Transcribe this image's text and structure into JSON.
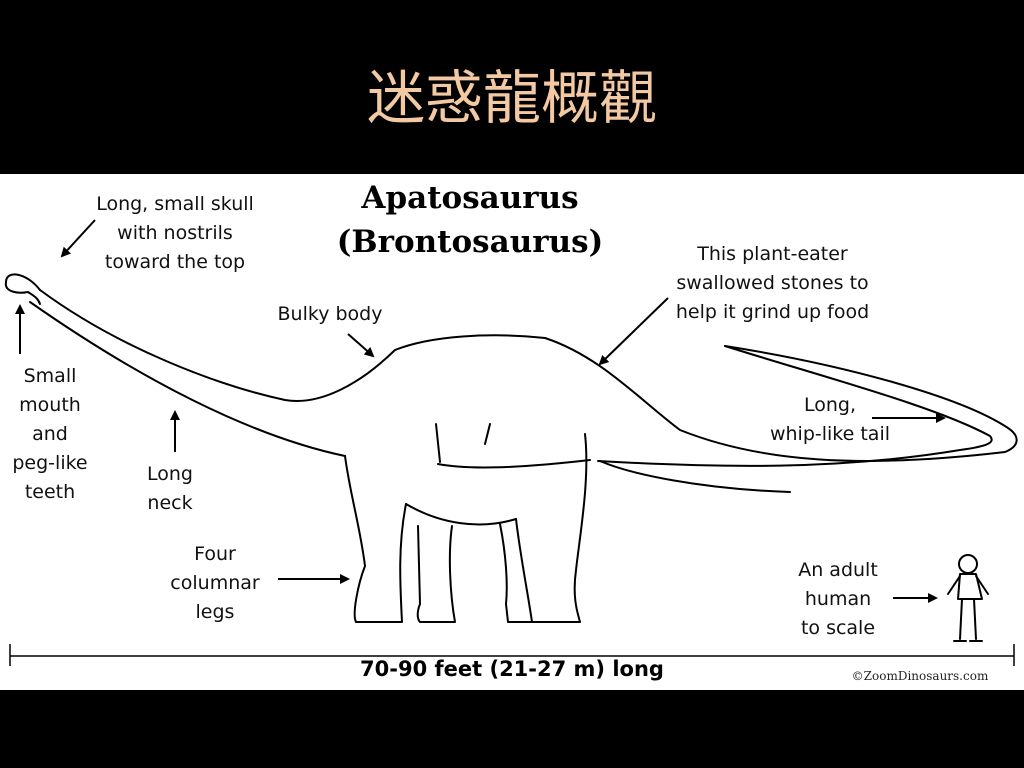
{
  "slide": {
    "title": "迷惑龍概觀"
  },
  "diagram": {
    "title_line1": "Apatosaurus",
    "title_line2": "(Brontosaurus)",
    "labels": {
      "skull": [
        "Long, small skull",
        "with nostrils",
        "toward the top"
      ],
      "teeth": [
        "Small",
        "mouth",
        "and",
        "peg-like",
        "teeth"
      ],
      "neck": [
        "Long",
        "neck"
      ],
      "body": [
        "Bulky body"
      ],
      "diet": [
        "This plant-eater",
        "swallowed stones to",
        "help it grind up food"
      ],
      "tail": [
        "Long,",
        "whip-like tail"
      ],
      "legs": [
        "Four",
        "columnar",
        "legs"
      ],
      "human": [
        "An adult",
        "human",
        "to scale"
      ]
    },
    "length_label": "70-90  feet (21-27 m) long",
    "copyright": "©ZoomDinosaurs.com"
  }
}
